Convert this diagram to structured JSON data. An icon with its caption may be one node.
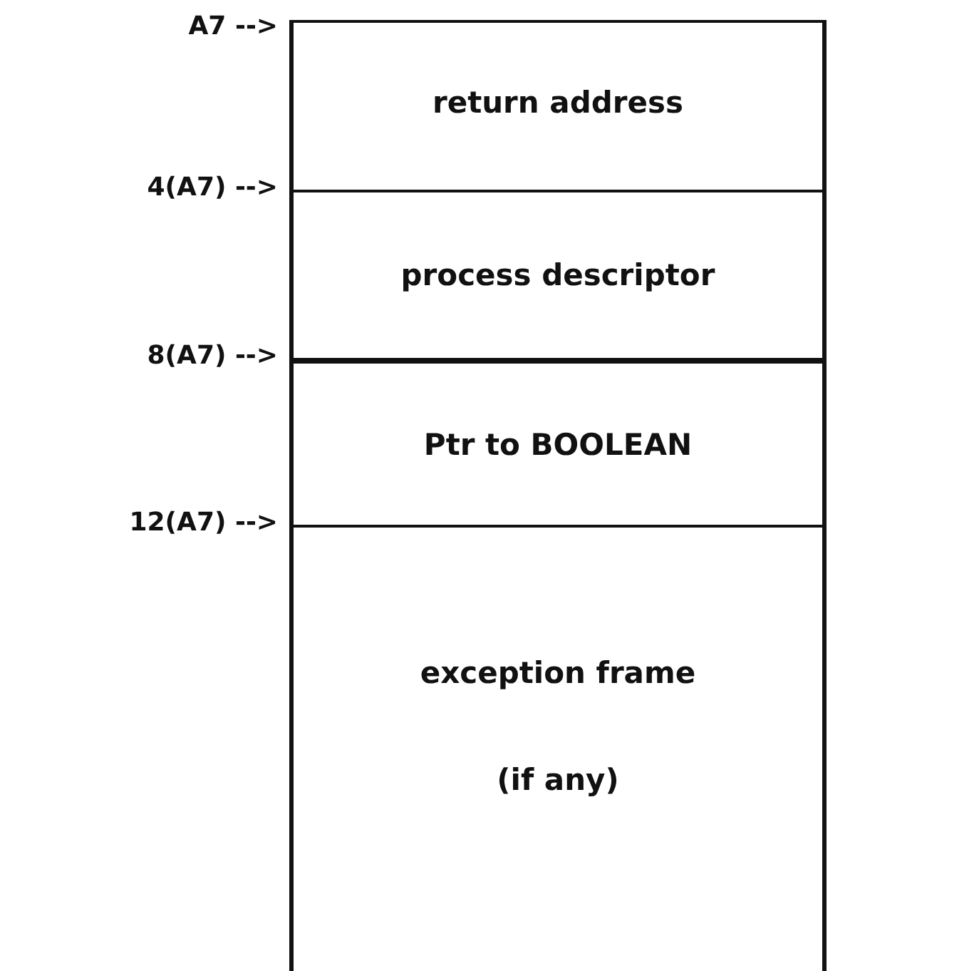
{
  "diagram": {
    "nodes": [
      {
        "text": [
          "return address"
        ]
      },
      {
        "text": [
          "process descriptor"
        ]
      },
      {
        "text": [
          "Ptr to BOOLEAN"
        ]
      },
      {
        "text": [
          "exception frame",
          "(if any)"
        ]
      }
    ],
    "edges": [],
    "labels": [
      "A7 -->",
      "4(A7) -->",
      "8(A7) -->",
      "12(A7) -->"
    ]
  }
}
